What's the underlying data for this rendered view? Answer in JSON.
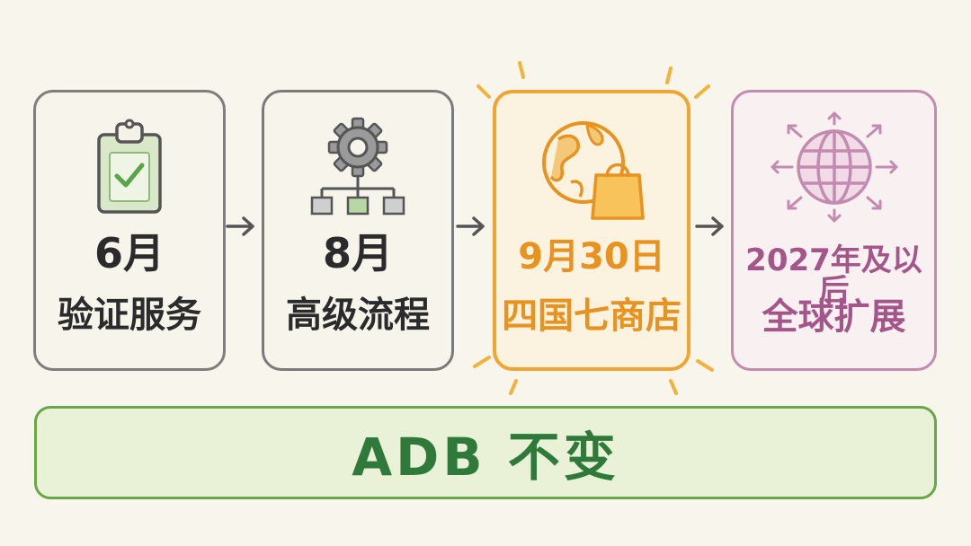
{
  "steps": [
    {
      "date": "6月",
      "label": "验证服务",
      "icon": "clipboard-check-icon"
    },
    {
      "date": "8月",
      "label": "高级流程",
      "icon": "gear-flowchart-icon"
    },
    {
      "date": "9月30日",
      "label": "四国七商店",
      "icon": "globe-shopping-bag-icon"
    },
    {
      "date": "2027年及以后",
      "label": "全球扩展",
      "icon": "globe-expand-icon"
    }
  ],
  "banner": {
    "text": "ADB 不变"
  },
  "colors": {
    "neutral": "#7d7d7d",
    "highlight": "#f0a532",
    "future": "#c38bb0",
    "banner_border": "#6aa648",
    "banner_text": "#2f7a3a",
    "check_green": "#5aa54a"
  }
}
